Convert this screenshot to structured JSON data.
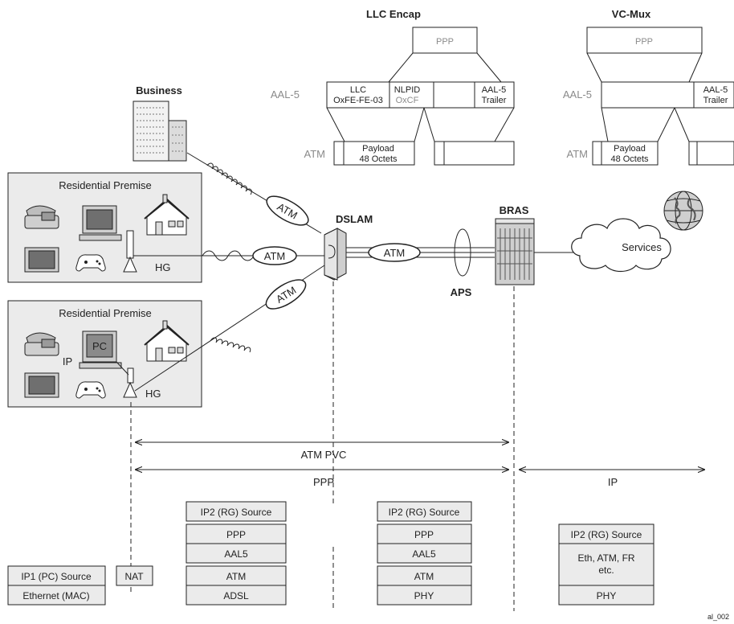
{
  "titles": {
    "llc_encap": "LLC Encap",
    "vc_mux": "VC-Mux"
  },
  "llc": {
    "ppp": "PPP",
    "aal5_label": "AAL-5",
    "llc_line1": "LLC",
    "llc_line2": "OxFE-FE-03",
    "nlpid_line1": "NLPID",
    "nlpid_line2": "OxCF",
    "trailer_line1": "AAL-5",
    "trailer_line2": "Trailer",
    "atm_label": "ATM",
    "payload_line1": "Payload",
    "payload_line2": "48 Octets"
  },
  "vcmux": {
    "ppp": "PPP",
    "aal5_label": "AAL-5",
    "trailer_line1": "AAL-5",
    "trailer_line2": "Trailer",
    "atm_label": "ATM",
    "payload_line1": "Payload",
    "payload_line2": "48 Octets"
  },
  "labels": {
    "business": "Business",
    "residential_1": "Residential Premise",
    "residential_2": "Residential Premise",
    "hg_1": "HG",
    "hg_2": "HG",
    "pc": "PC",
    "ip_small": "IP",
    "atm_top": "ATM",
    "atm_mid": "ATM",
    "atm_bottom": "ATM",
    "atm_dslam_bras": "ATM",
    "dslam": "DSLAM",
    "bras": "BRAS",
    "aps": "APS",
    "services": "Services"
  },
  "spans": {
    "atm_pvc": "ATM PVC",
    "ppp": "PPP",
    "ip": "IP"
  },
  "stacks": {
    "pc": [
      "IP1 (PC) Source",
      "Ethernet (MAC)"
    ],
    "nat": "NAT",
    "hg": [
      "IP2 (RG) Source",
      "PPP",
      "AAL5",
      "ATM",
      "ADSL"
    ],
    "dslam": [
      "IP2 (RG) Source",
      "PPP",
      "AAL5",
      "ATM",
      "PHY"
    ],
    "bras": [
      "IP2 (RG) Source",
      "Eth, ATM, FR",
      "etc.",
      "PHY"
    ]
  },
  "footer_id": "al_002"
}
